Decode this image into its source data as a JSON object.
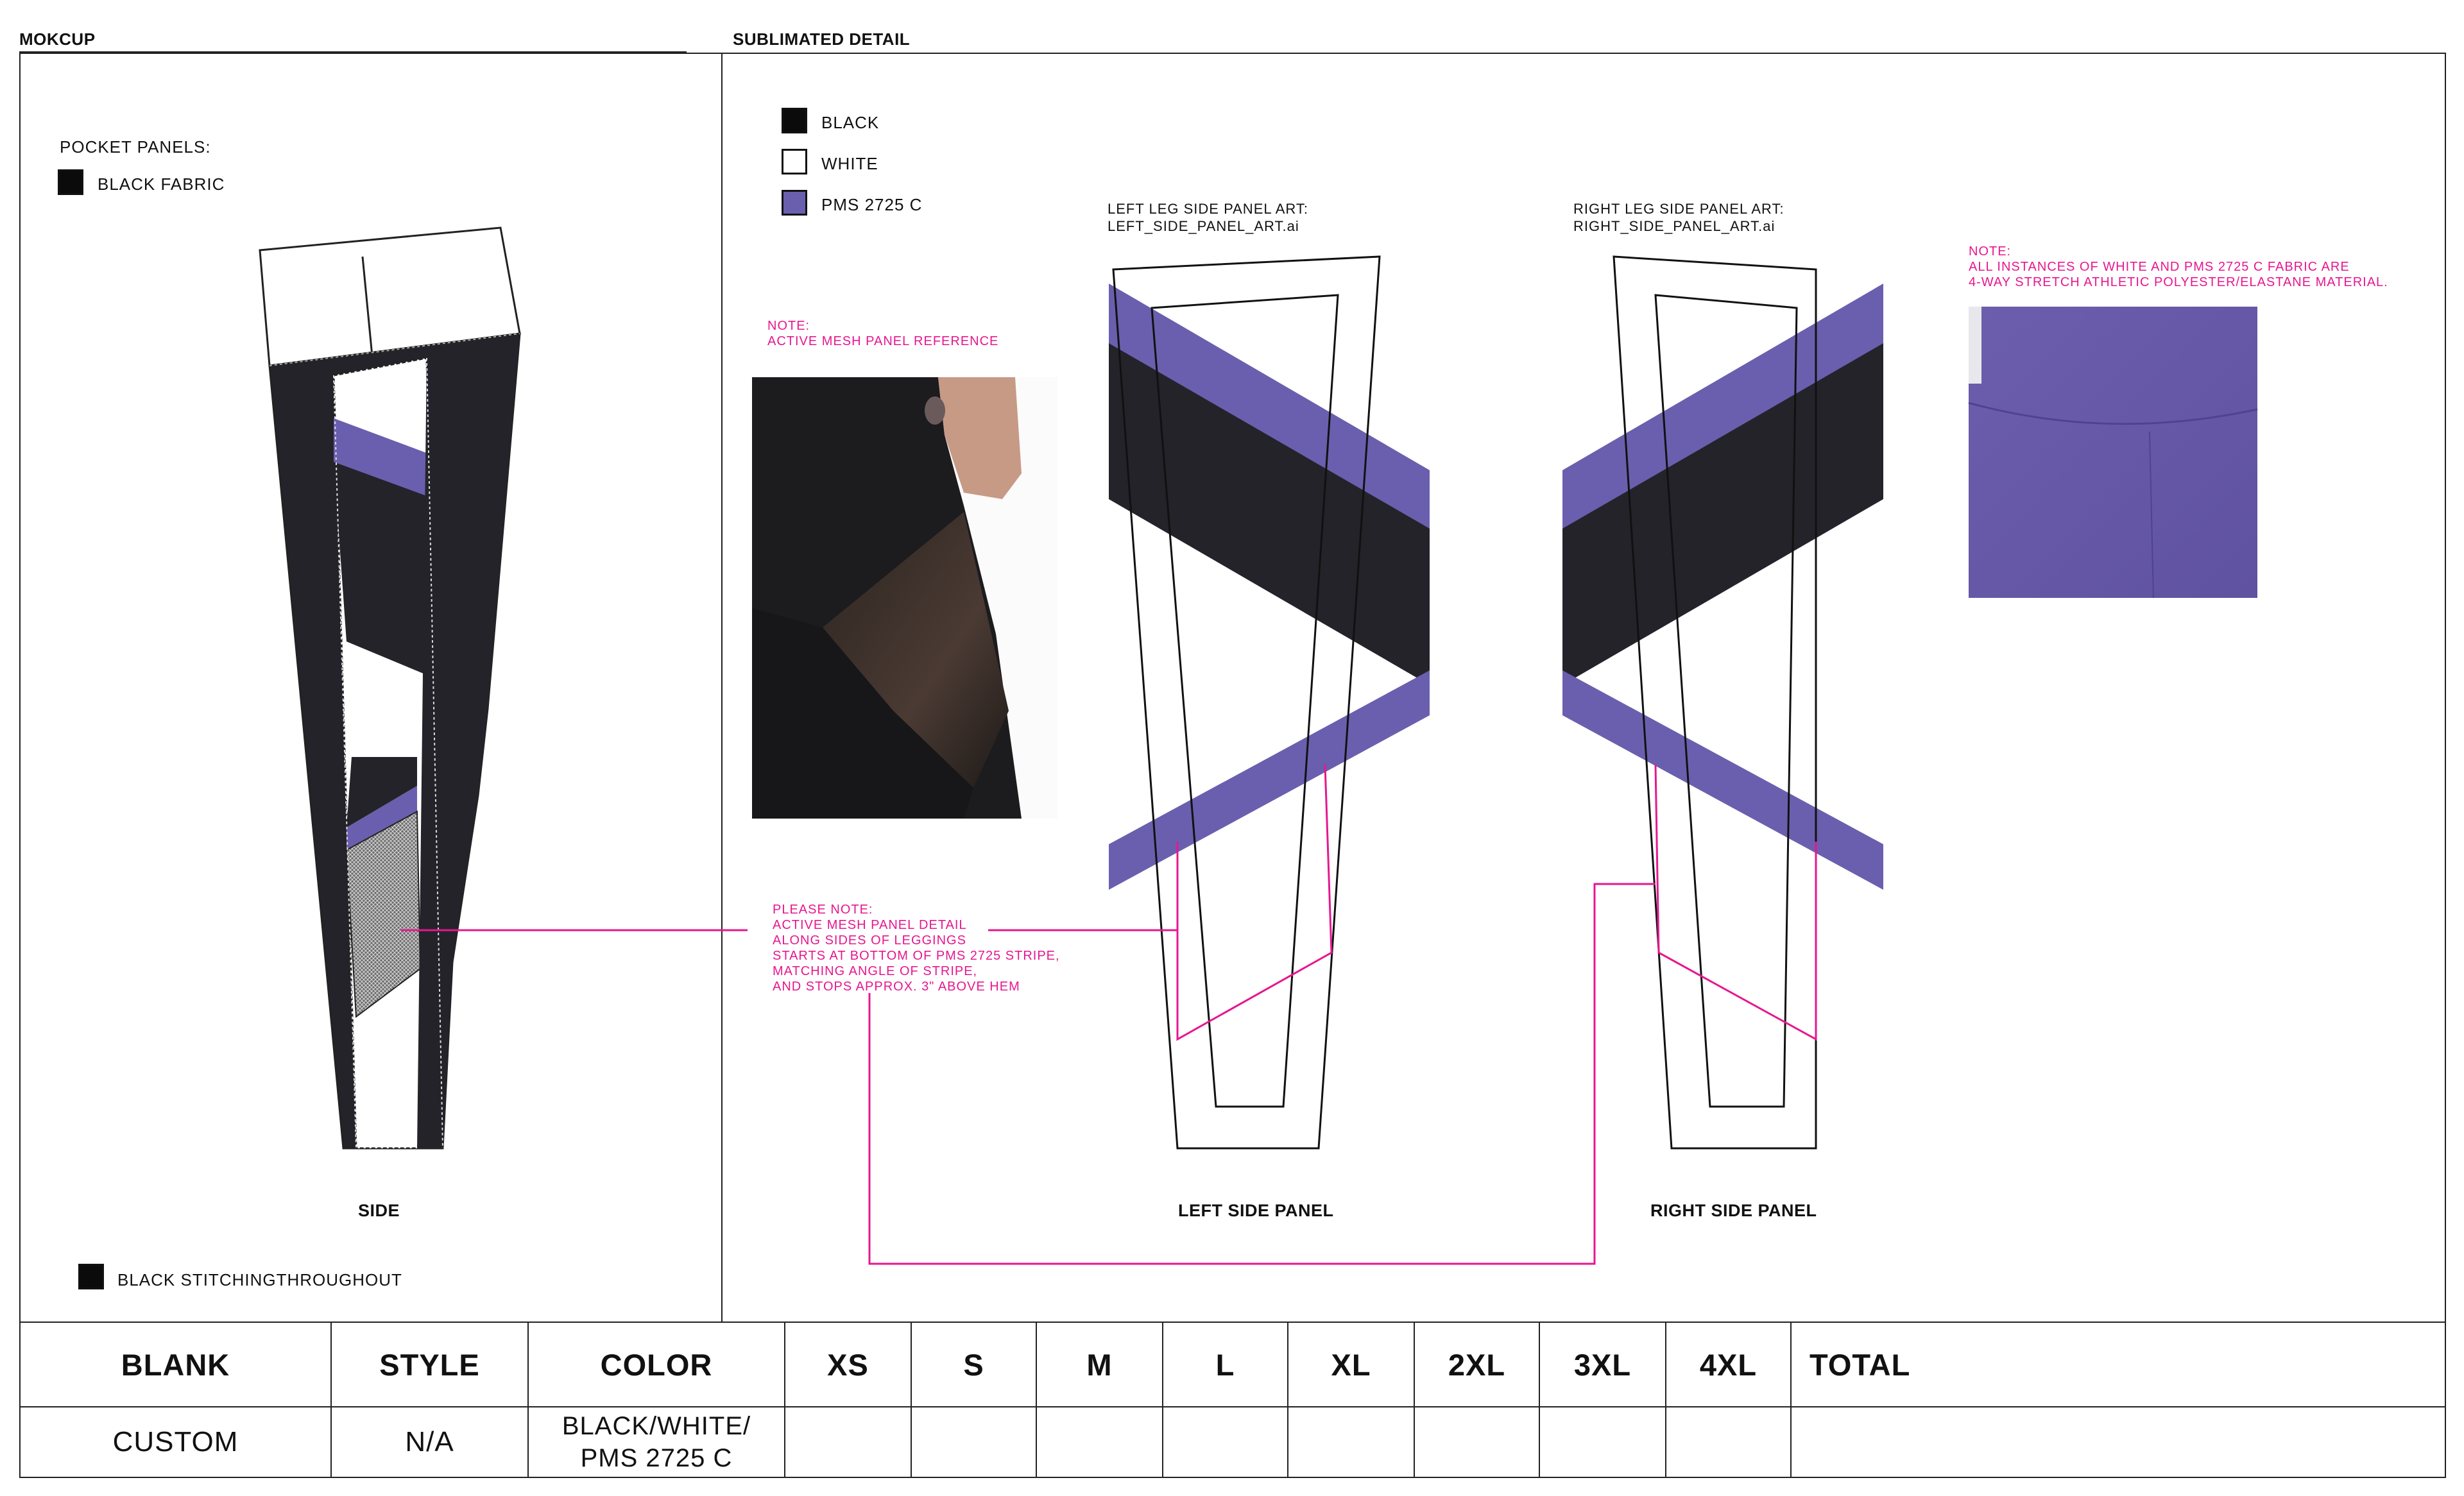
{
  "sections": {
    "mockup": "MOKCUP",
    "sublimated": "SUBLIMATED DETAIL"
  },
  "pocket": {
    "title": "POCKET PANELS:",
    "fabric": "BLACK FABRIC"
  },
  "stitching": "BLACK STITCHINGTHROUGHOUT",
  "view_label": "SIDE",
  "legend": [
    {
      "label": "BLACK",
      "color": "#000000"
    },
    {
      "label": "WHITE",
      "color": "#ffffff"
    },
    {
      "label": "PMS 2725 C",
      "color": "#6a5fae"
    }
  ],
  "note_mesh": "NOTE:\nACTIVE MESH PANEL REFERENCE",
  "note_fabric": "NOTE:\nALL INSTANCES OF WHITE AND PMS 2725 C FABRIC ARE\n4-WAY STRETCH ATHLETIC POLYESTER/ELASTANE MATERIAL.",
  "please_note": "PLEASE NOTE:\nACTIVE MESH PANEL DETAIL\nALONG SIDES OF LEGGINGS\nSTARTS AT BOTTOM OF PMS 2725 STRIPE,\nMATCHING ANGLE OF STRIPE,\nAND STOPS APPROX. 3\" ABOVE HEM",
  "left_art": "LEFT LEG SIDE PANEL ART:\nLEFT_SIDE_PANEL_ART.ai",
  "right_art": "RIGHT LEG SIDE PANEL ART:\nRIGHT_SIDE_PANEL_ART.ai",
  "left_panel_label": "LEFT SIDE PANEL",
  "right_panel_label": "RIGHT SIDE PANEL",
  "colors": {
    "purple": "#6a5fae",
    "black": "#24232a",
    "pink": "#e6178f"
  },
  "table": {
    "headers": [
      "BLANK",
      "STYLE",
      "COLOR",
      "XS",
      "S",
      "M",
      "L",
      "XL",
      "2XL",
      "3XL",
      "4XL",
      "TOTAL"
    ],
    "row": {
      "blank": "CUSTOM",
      "style": "N/A",
      "color": "BLACK/WHITE/\nPMS 2725 C"
    }
  }
}
